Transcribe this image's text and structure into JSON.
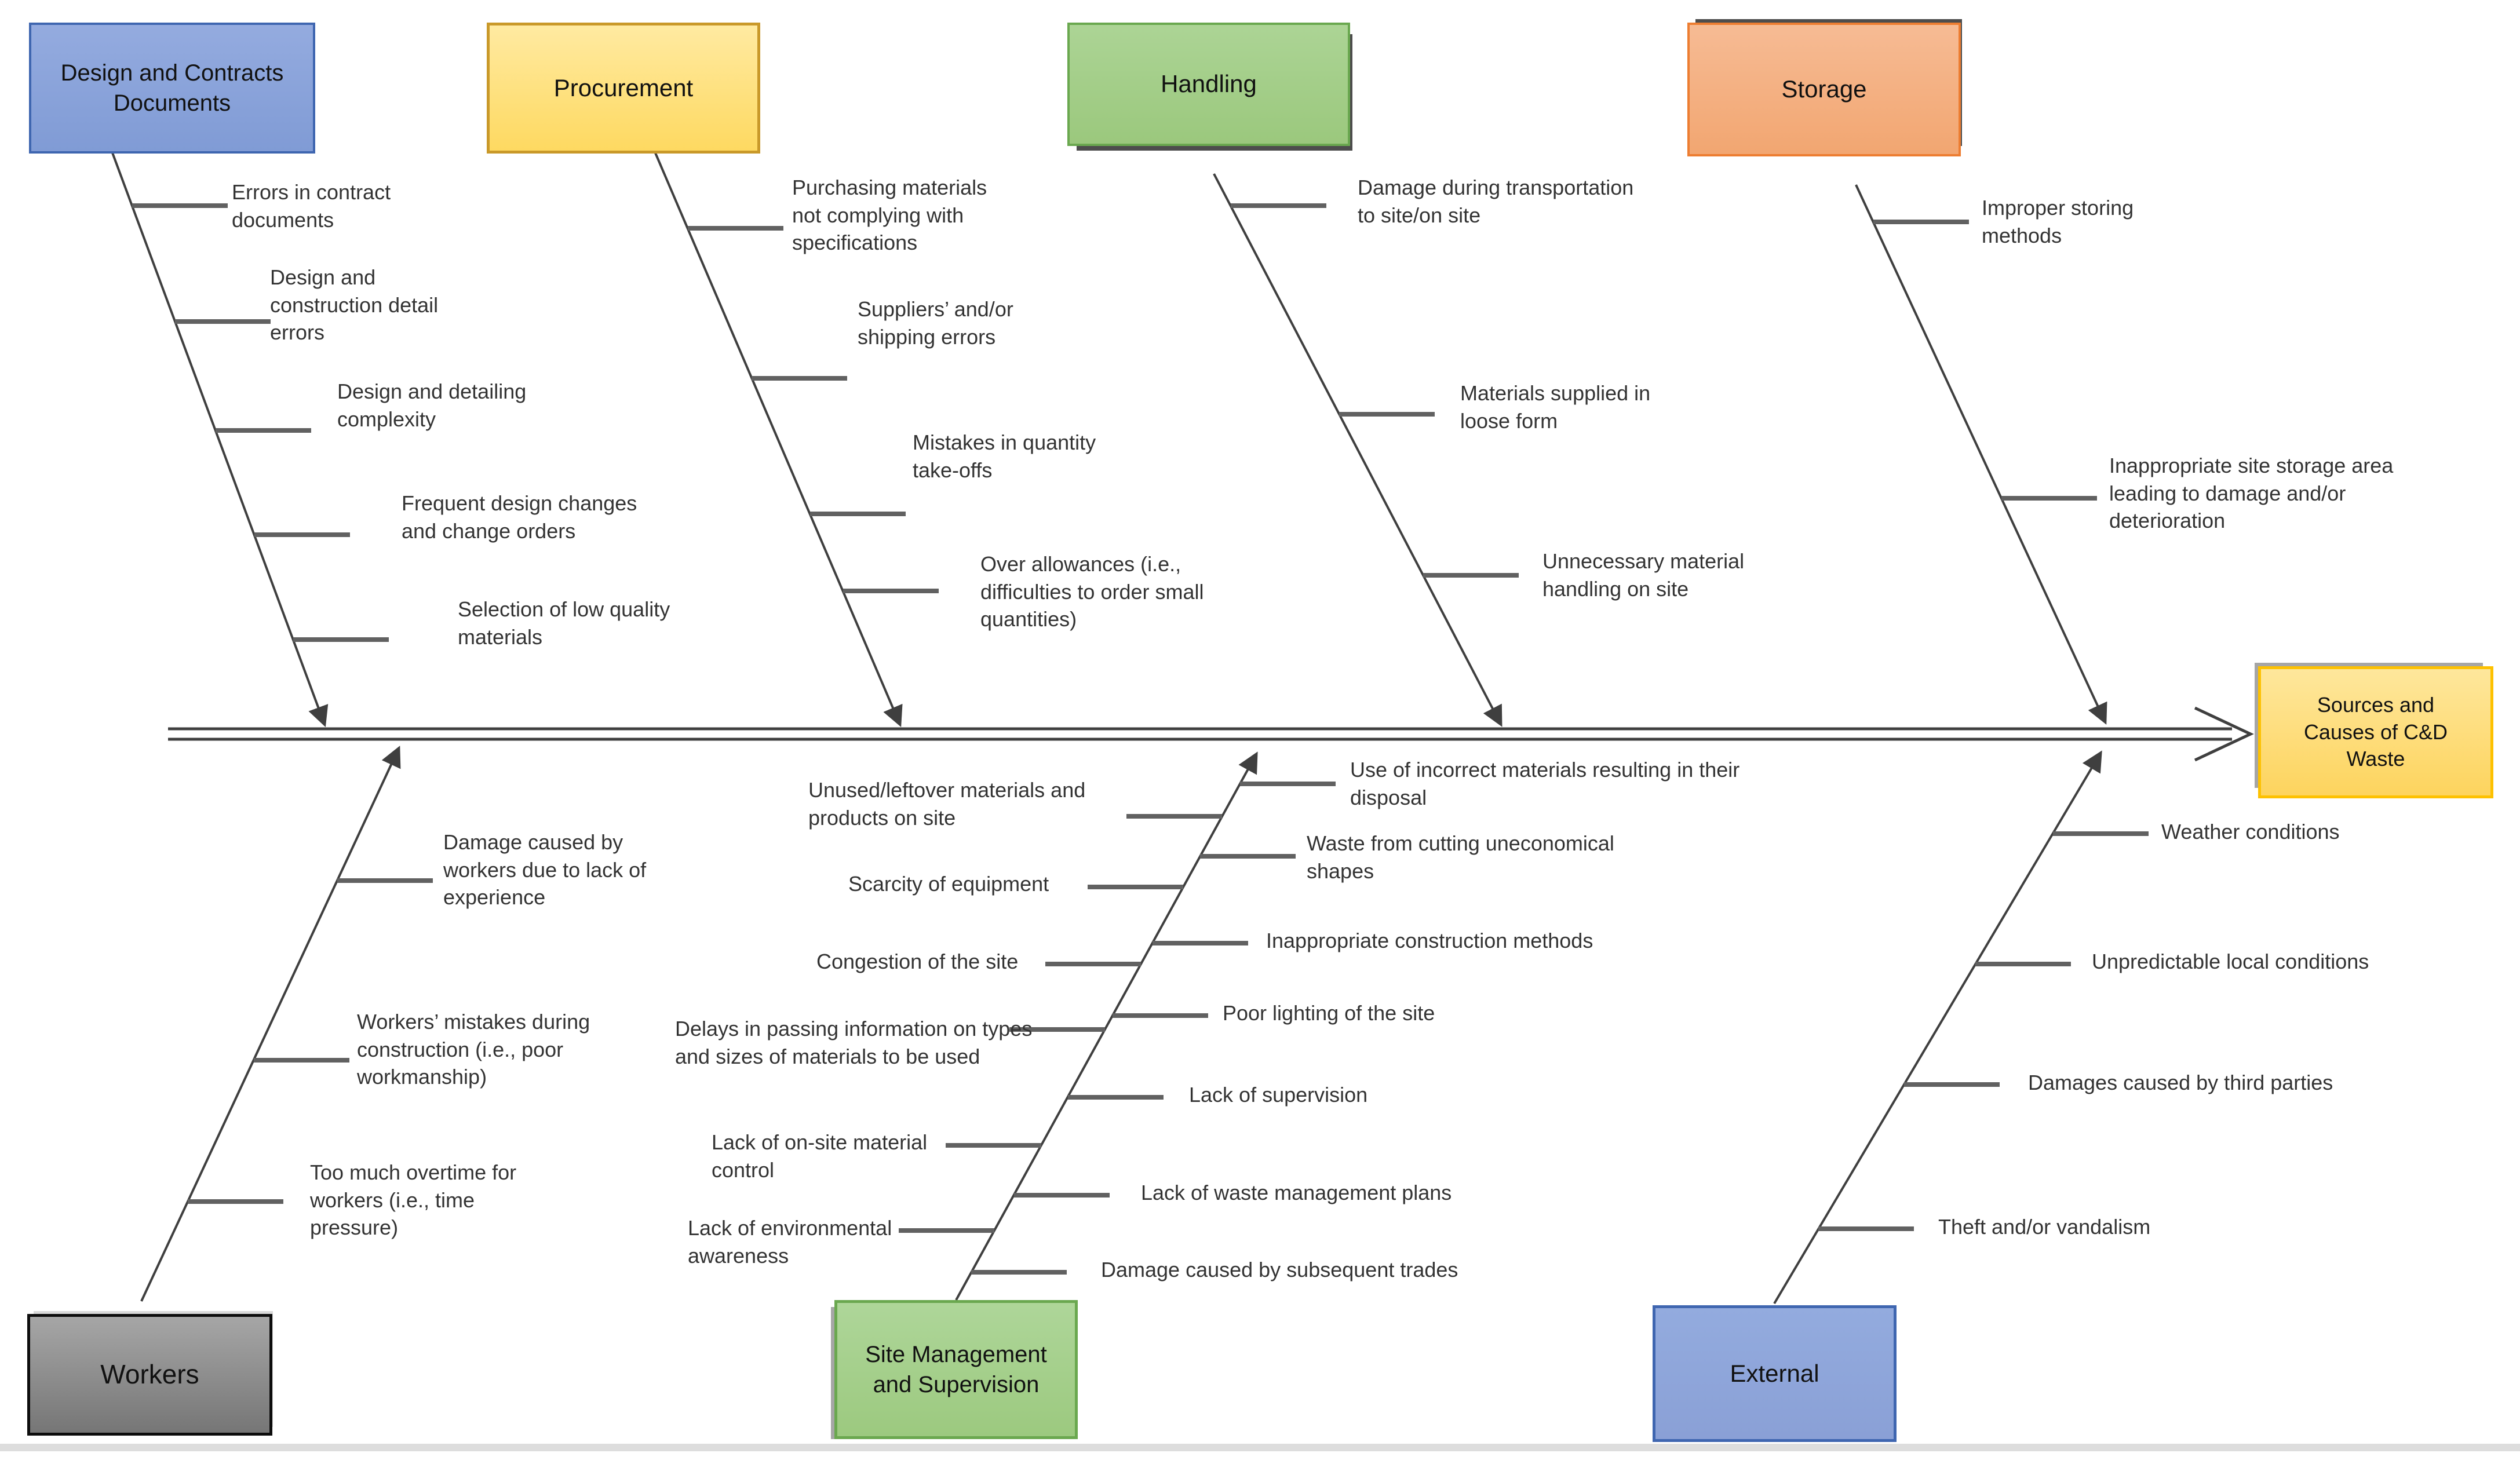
{
  "effect": {
    "label": "Sources and Causes of C&D Waste"
  },
  "categories": [
    {
      "label": "Design and Contracts Documents",
      "causes": [
        "Errors in contract documents",
        "Design and construction detail errors",
        "Design and detailing complexity",
        "Frequent design changes and change orders",
        "Selection of low quality materials"
      ]
    },
    {
      "label": "Procurement",
      "causes": [
        "Purchasing materials not complying with specifications",
        "Suppliers’ and/or shipping errors",
        "Mistakes in quantity take-offs",
        "Over allowances (i.e., difficulties to order small quantities)"
      ]
    },
    {
      "label": "Handling",
      "causes": [
        "Damage during transportation to site/on site",
        "Materials supplied in loose form",
        "Unnecessary material handling on site"
      ]
    },
    {
      "label": "Storage",
      "causes": [
        "Improper storing methods",
        "Inappropriate site storage area leading to damage and/or deterioration"
      ]
    },
    {
      "label": "Workers",
      "causes": [
        "Damage caused by workers due to lack of experience",
        "Workers’ mistakes during construction (i.e., poor workmanship)",
        "Too much overtime for workers (i.e., time pressure)"
      ]
    },
    {
      "label": "Site Management and Supervision",
      "causes": [
        "Unused/leftover materials and products on site",
        "Scarcity of equipment",
        "Congestion of the site",
        "Delays in passing information on types and sizes of materials to be used",
        "Lack of on-site material control",
        "Lack of environmental awareness",
        "Use of incorrect materials resulting in their disposal",
        "Waste from cutting uneconomical shapes",
        "Inappropriate construction methods",
        "Poor lighting of the site",
        "Lack of supervision",
        "Lack of waste management plans",
        "Damage caused by subsequent trades"
      ]
    },
    {
      "label": "External",
      "causes": [
        "Weather conditions",
        "Unpredictable local conditions",
        "Damages caused by third parties",
        "Theft and/or vandalism"
      ]
    }
  ],
  "palette": {
    "design_fill": "#8aa2d8",
    "design_border": "#3f66b0",
    "procurement_fill": "#fedf7e",
    "procurement_border": "#c9992a",
    "handling_fill": "#a4ce89",
    "handling_border": "#6aa84f",
    "storage_fill": "#f4b083",
    "storage_border": "#ed7d31",
    "workers_fill": "#8e8e8e",
    "workers_border": "#0d0d0d",
    "sitemgmt_fill": "#a5d08c",
    "sitemgmt_border": "#6aa84f",
    "external_fill": "#8fa6da",
    "external_border": "#3f66b0",
    "effect_fill": "#fdda6e",
    "effect_border": "#fdc101",
    "line_color": "#3f3f3f"
  }
}
